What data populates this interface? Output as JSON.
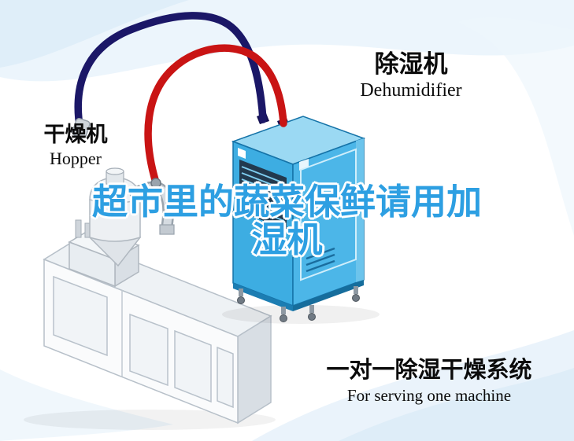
{
  "labels": {
    "dehumidifier": {
      "cn": "除湿机",
      "en": "Dehumidifier"
    },
    "dryer": {
      "cn": "干燥机",
      "en": "Hopper"
    },
    "caption": {
      "cn": "一对一除湿干燥系统",
      "en": "For serving one machine"
    },
    "watermark": {
      "line1": "超市里的蔬菜保鲜请用加",
      "line2": "湿机"
    }
  },
  "colors": {
    "watermark_blue": "#2d9fe2",
    "hose_hot": "#c91414",
    "hose_cold": "#1b1767",
    "dehumidifier_front": "#3dade2",
    "dehumidifier_side": "#4cb6e8",
    "dehumidifier_top": "#9bd9f3",
    "background_tint": "#e9f3fb"
  }
}
